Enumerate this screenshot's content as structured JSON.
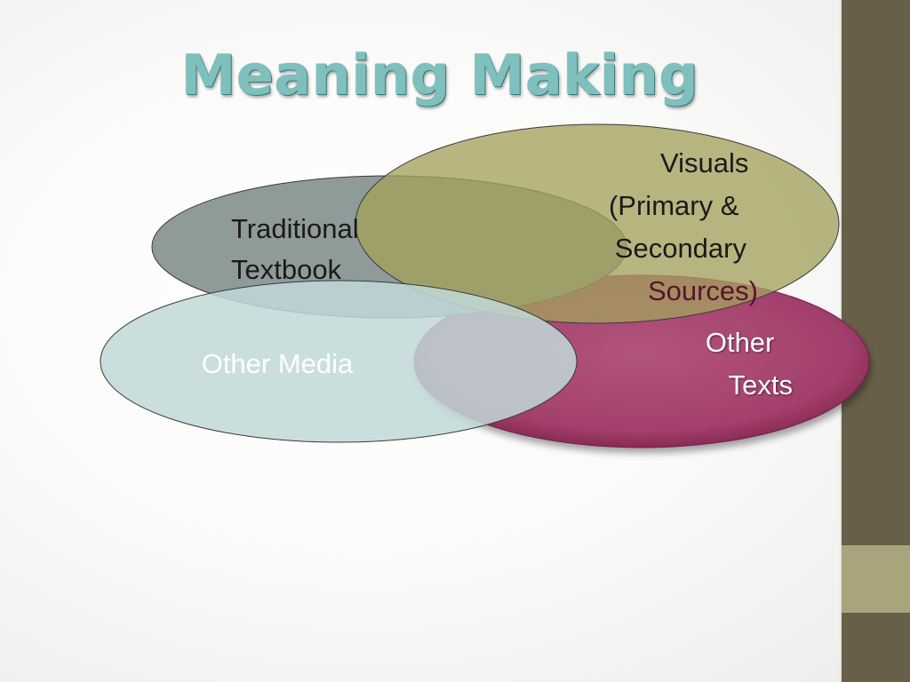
{
  "title": "Meaning Making",
  "colors": {
    "sidebar": "#675f48",
    "sidebar_accent": "#a9a47b",
    "title": "#7ec0bd",
    "traditional_textbook": "#8f9b98",
    "visuals": "#a4a05e",
    "other_texts": "#a3406d",
    "other_media": "#c2d8d8"
  },
  "diagram": {
    "traditional_textbook": [
      "Traditional",
      "Textbook"
    ],
    "visuals": [
      "Visuals",
      "(Primary &",
      "Secondary",
      "Sources)"
    ],
    "other_texts": [
      "Other",
      "Texts"
    ],
    "other_media": "Other Media"
  }
}
